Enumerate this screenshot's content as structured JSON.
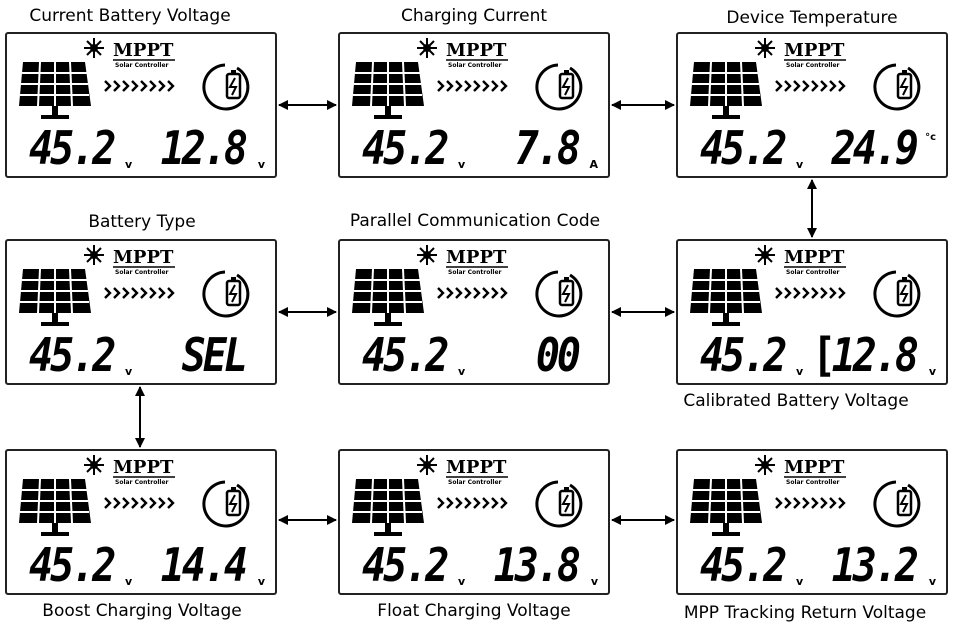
{
  "logo": {
    "title": "MPPT",
    "subtitle": "Solar Controller"
  },
  "screens": [
    {
      "id": "current-battery-voltage",
      "caption": "Current Battery Voltage",
      "pv": "45.2",
      "pv_unit": "v",
      "prefix": "",
      "value": "12.8",
      "unit": "v"
    },
    {
      "id": "charging-current",
      "caption": "Charging Current",
      "pv": "45.2",
      "pv_unit": "v",
      "prefix": "",
      "value": "7.8",
      "unit": "A"
    },
    {
      "id": "device-temperature",
      "caption": "Device Temperature",
      "pv": "45.2",
      "pv_unit": "v",
      "prefix": "",
      "value": "24.9",
      "unit": "°c"
    },
    {
      "id": "battery-type",
      "caption": "Battery Type",
      "pv": "45.2",
      "pv_unit": "v",
      "prefix": "",
      "value": "SEL",
      "unit": ""
    },
    {
      "id": "parallel-communication-code",
      "caption": "Parallel Communication Code",
      "pv": "45.2",
      "pv_unit": "v",
      "prefix": "",
      "value": "00",
      "unit": ""
    },
    {
      "id": "calibrated-battery-voltage",
      "caption": "Calibrated Battery Voltage",
      "pv": "45.2",
      "pv_unit": "v",
      "prefix": "[",
      "value": "12.8",
      "unit": "v"
    },
    {
      "id": "boost-charging-voltage",
      "caption": "Boost Charging Voltage",
      "pv": "45.2",
      "pv_unit": "v",
      "prefix": "",
      "value": "14.4",
      "unit": "v"
    },
    {
      "id": "float-charging-voltage",
      "caption": "Float Charging Voltage",
      "pv": "45.2",
      "pv_unit": "v",
      "prefix": "",
      "value": "13.8",
      "unit": "v"
    },
    {
      "id": "mpp-tracking-return-voltage",
      "caption": "MPP Tracking Return Voltage",
      "pv": "45.2",
      "pv_unit": "v",
      "prefix": "",
      "value": "13.2",
      "unit": "v"
    }
  ]
}
